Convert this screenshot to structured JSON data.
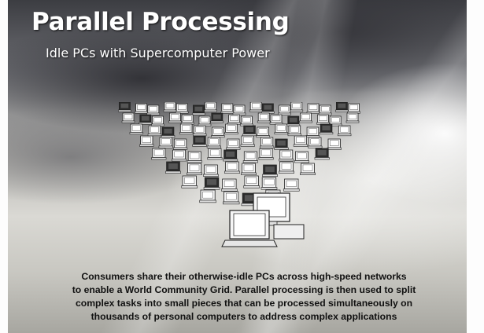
{
  "slide": {
    "title": "Parallel Processing",
    "subtitle": "Idle PCs with Supercomputer Power",
    "caption_lines": [
      "Consumers share their otherwise-idle PCs across high-speed networks",
      "to enable a World Community Grid. Parallel processing is then used to split",
      "complex tasks into small pieces that can be processed simultaneously on",
      "thousands of personal computers to address complex applications"
    ]
  },
  "icons": {
    "background": "sky-clouds-sunrays-image",
    "network": "pc-network-pyramid-icon",
    "primary": "laptop-icon"
  },
  "colors": {
    "title": "#ffffff",
    "caption": "#111111"
  }
}
